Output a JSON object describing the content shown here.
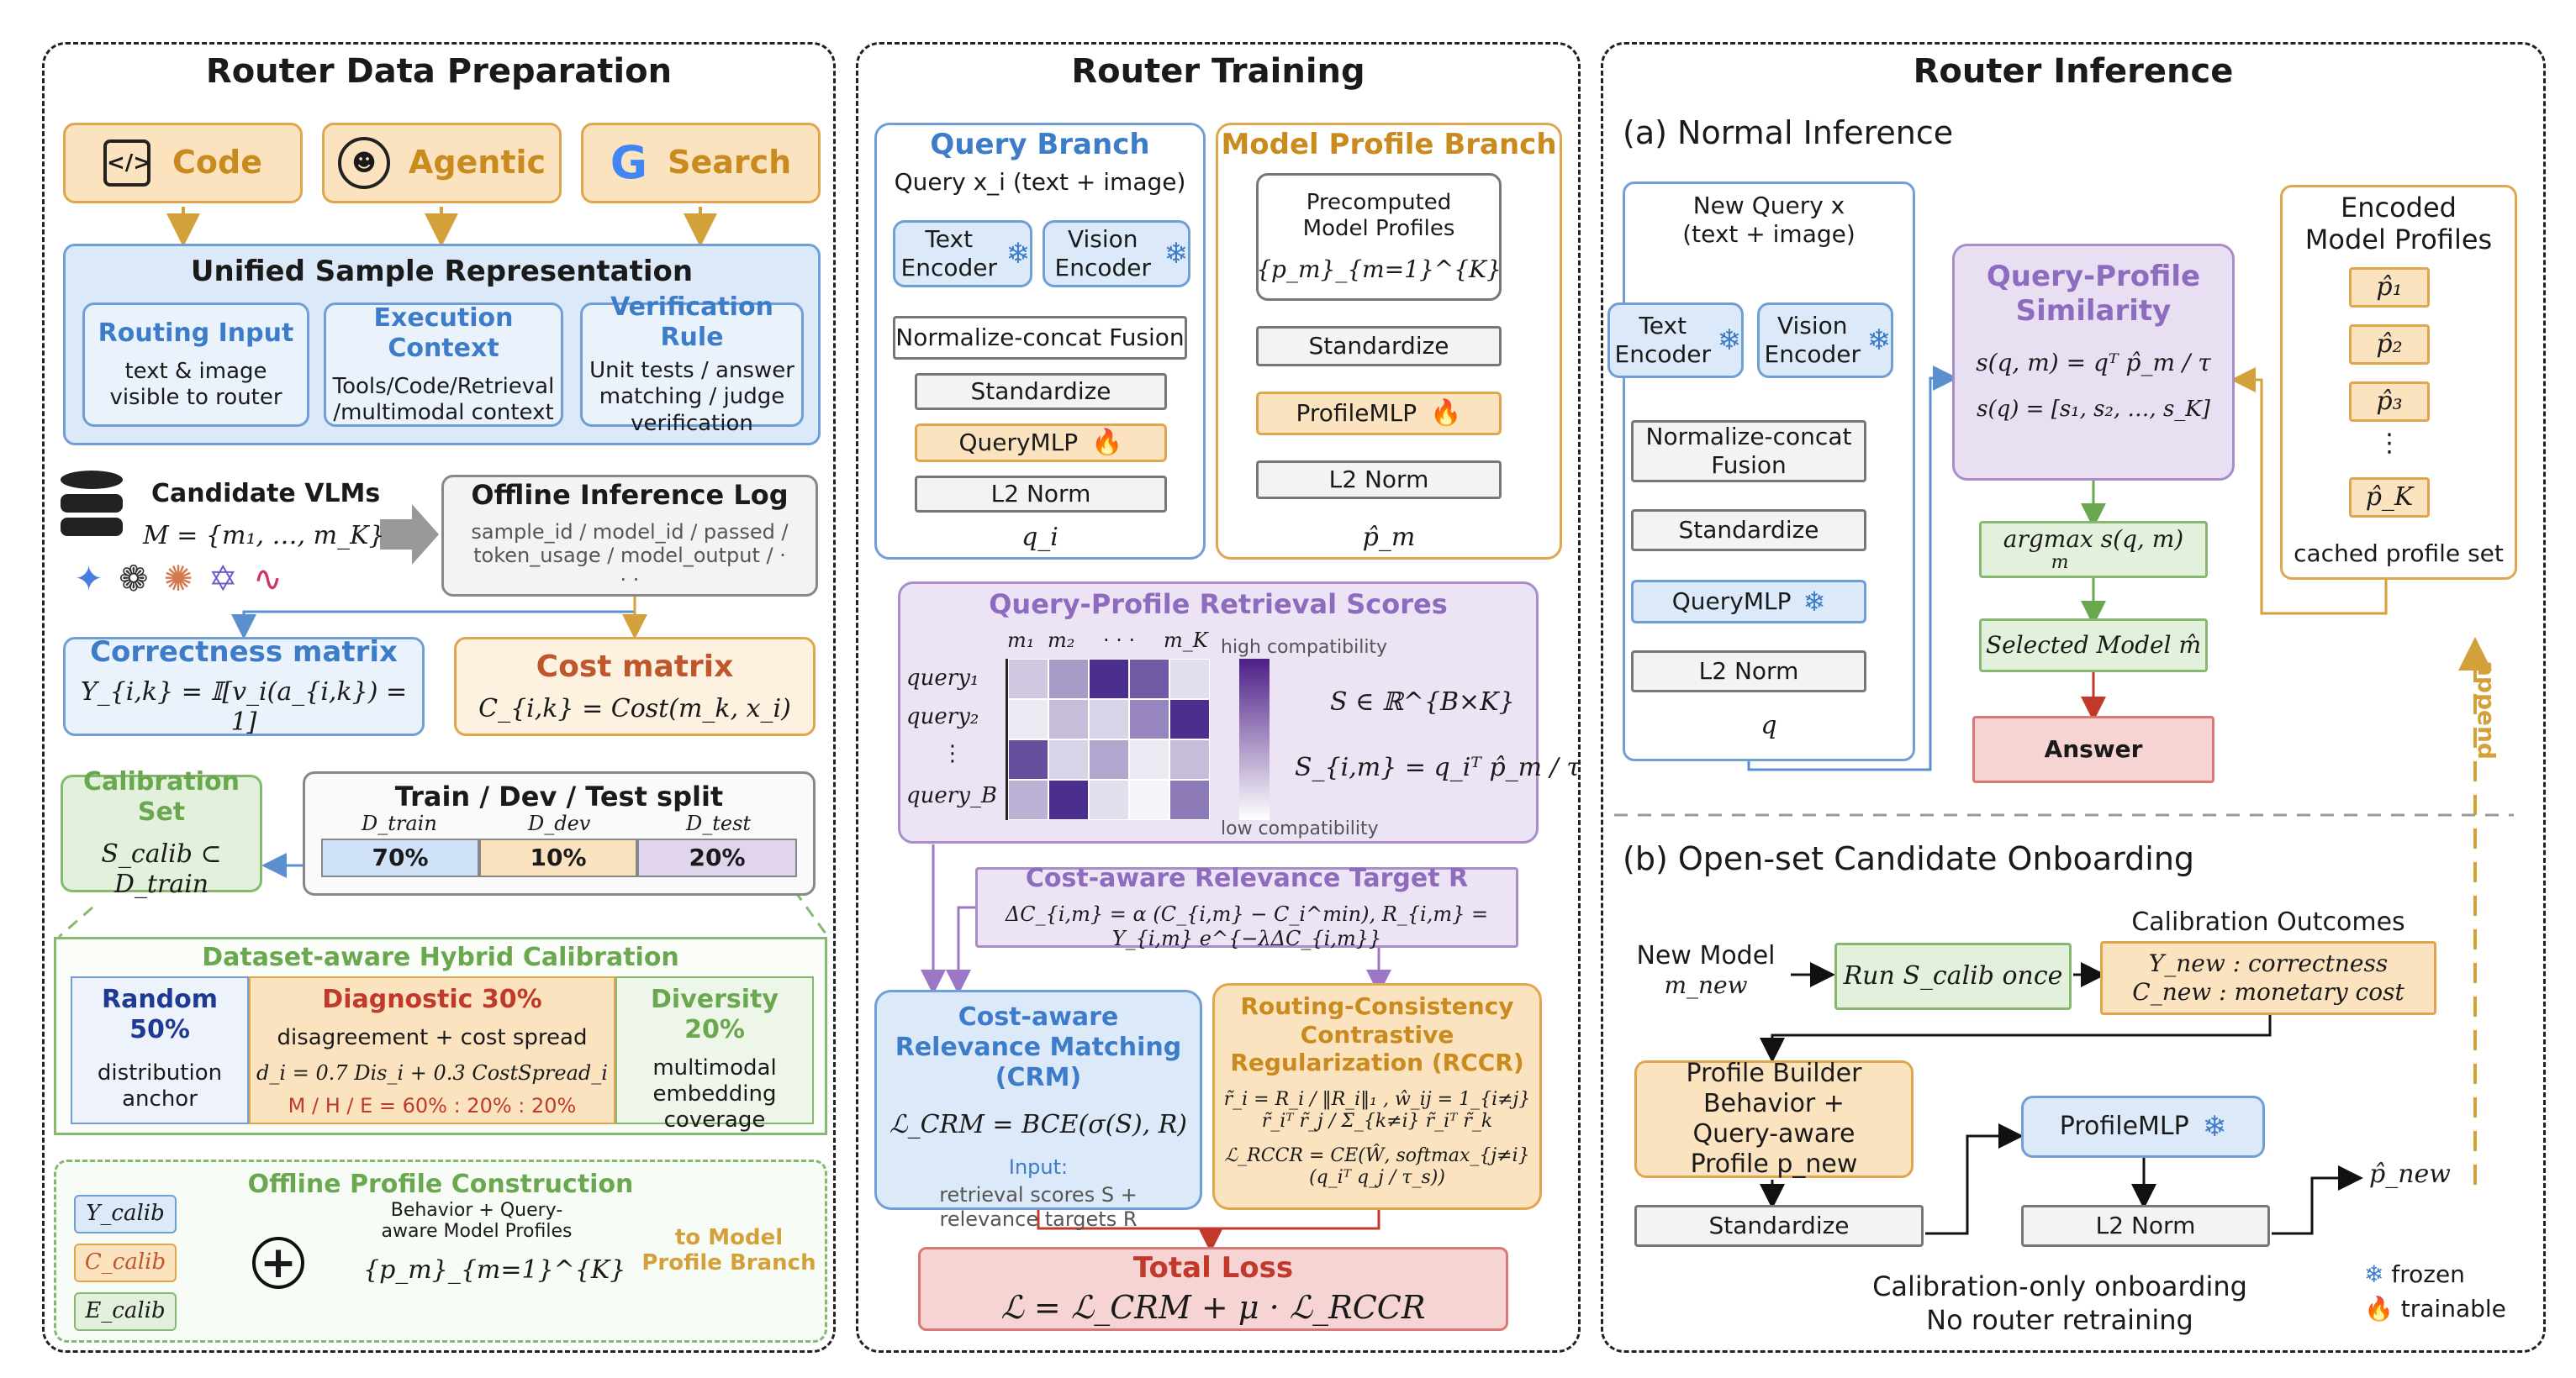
{
  "panel1": {
    "title": "Router Data Preparation",
    "sources": [
      "Code",
      "Agentic",
      "Search"
    ],
    "usr_title": "Unified Sample Representation",
    "usr_items": [
      {
        "head": "Routing Input",
        "body": "text & image visible to router"
      },
      {
        "head": "Execution Context",
        "body": "Tools/Code/Retrieval /multimodal context"
      },
      {
        "head": "Verification Rule",
        "body": "Unit tests / answer matching / judge verification"
      }
    ],
    "candidates_title": "Candidate VLMs",
    "candidates_formula": "M = {m₁, …, m_K}",
    "log_title": "Offline Inference Log",
    "log_fields": "sample_id / model_id / passed / token_usage / model_output / · · ·",
    "correctness_title": "Correctness matrix",
    "correctness_formula": "Y_{i,k} = 𝕀[v_i(a_{i,k}) = 1]",
    "cost_title": "Cost matrix",
    "cost_formula": "C_{i,k} = Cost(m_k, x_i)",
    "calib_title": "Calibration Set",
    "calib_formula": "S_calib ⊂ D_train",
    "split_title": "Train / Dev / Test split",
    "split_labels": [
      "D_train",
      "D_dev",
      "D_test"
    ],
    "split_values": [
      "70%",
      "10%",
      "20%"
    ],
    "hybrid_title": "Dataset-aware Hybrid Calibration",
    "random_title": "Random 50%",
    "random_body": "distribution anchor",
    "diag_title": "Diagnostic 30%",
    "diag_body": "disagreement + cost spread",
    "diag_formula": "d_i = 0.7 Dis_i + 0.3 CostSpread_i",
    "diag_ratio": "M / H / E = 60% : 20% : 20%",
    "div_title": "Diversity 20%",
    "div_body": "multimodal embedding coverage",
    "offline_title": "Offline Profile Construction",
    "offline_inputs": [
      "Y_calib",
      "C_calib",
      "E_calib"
    ],
    "offline_caption": "Behavior + Query-aware Model Profiles",
    "offline_formula": "{p_m}_{m=1}^{K}",
    "offline_target": "to Model Profile Branch"
  },
  "panel2": {
    "title": "Router Training",
    "qb_title": "Query Branch",
    "qb_query": "Query x_i (text + image)",
    "text_encoder": "Text Encoder",
    "vision_encoder": "Vision Encoder",
    "fusion": "Normalize-concat Fusion",
    "standardize": "Standardize",
    "querymlp": "QueryMLP",
    "l2norm": "L2 Norm",
    "q_out": "q_i",
    "mpb_title": "Model Profile Branch",
    "precomputed": "Precomputed Model Profiles",
    "precomputed_formula": "{p_m}_{m=1}^{K}",
    "profilemlp": "ProfileMLP",
    "p_out": "p̂_m",
    "scores_title": "Query-Profile Retrieval Scores",
    "col_labels": [
      "m₁",
      "m₂",
      "· · ·",
      "m_K"
    ],
    "row_labels": [
      "query₁",
      "query₂",
      "⋮",
      "query_B"
    ],
    "high_label": "high compatibility",
    "low_label": "low compatibility",
    "s_formula": "S ∈ ℝ^{B×K}",
    "sim_formula": "S_{i,m} = q_iᵀ p̂_m / τ",
    "target_title": "Cost-aware Relevance Target R",
    "target_formula": "ΔC_{i,m} = α (C_{i,m} − C_i^min), R_{i,m} = Y_{i,m} e^{−λΔC_{i,m}}",
    "crm_title": "Cost-aware Relevance Matching (CRM)",
    "crm_formula": "ℒ_CRM = BCE(σ(S), R)",
    "crm_input": "Input:",
    "crm_input_body": "retrieval scores S + relevance targets R",
    "rccr_title": "Routing-Consistency Contrastive Regularization (RCCR)",
    "rccr_formula1": "r̃_i = R_i / ‖R_i‖₁ ,  ŵ_ij = 1_{i≠j} r̃_iᵀ r̃_j / Σ_{k≠i} r̃_iᵀ r̃_k",
    "rccr_formula2": "ℒ_RCCR = CE(Ŵ, softmax_{j≠i}(q_iᵀ q_j / τ_s))",
    "loss_title": "Total Loss",
    "loss_formula": "ℒ = ℒ_CRM + μ · ℒ_RCCR"
  },
  "panel3": {
    "title": "Router Inference",
    "a_title": "(a) Normal Inference",
    "new_query": "New Query x",
    "new_query_sub": "(text + image)",
    "text_encoder": "Text Encoder",
    "vision_encoder": "Vision Encoder",
    "fusion": "Normalize-concat Fusion",
    "standardize": "Standardize",
    "querymlp": "QueryMLP",
    "l2norm": "L2 Norm",
    "q_out": "q",
    "sim_title": "Query-Profile Similarity",
    "sim_formula1": "s(q, m) = qᵀ p̂_m / τ",
    "sim_formula2": "s(q) = [s₁, s₂, …, s_K]",
    "argmax": "argmax s(q, m)",
    "argmax_sub": "m",
    "selected": "Selected Model m̂",
    "answer": "Answer",
    "encoded_title": "Encoded Model Profiles",
    "profiles": [
      "p̂₁",
      "p̂₂",
      "p̂₃",
      "⋮",
      "p̂_K"
    ],
    "cached": "cached profile set",
    "append": "append",
    "b_title": "(b) Open-set Candidate Onboarding",
    "new_model": "New Model",
    "new_model_sym": "m_new",
    "run": "Run  S_calib  once",
    "outcomes_title": "Calibration Outcomes",
    "outcome1": "Y_new : correctness",
    "outcome2": "C_new : monetary cost",
    "builder": "Profile Builder Behavior + Query-aware Profile p_new",
    "profilemlp": "ProfileMLP",
    "standardize_b": "Standardize",
    "l2norm_b": "L2 Norm",
    "p_new": "p̂_new",
    "footer1": "Calibration-only onboarding",
    "footer2": "No router retraining",
    "legend_frozen": "frozen",
    "legend_trainable": "trainable"
  },
  "colors": {
    "orange": "#e0a64e",
    "blue": "#6f9fd6",
    "purple": "#a98cc8",
    "green": "#86b86f",
    "red": "#d77"
  }
}
